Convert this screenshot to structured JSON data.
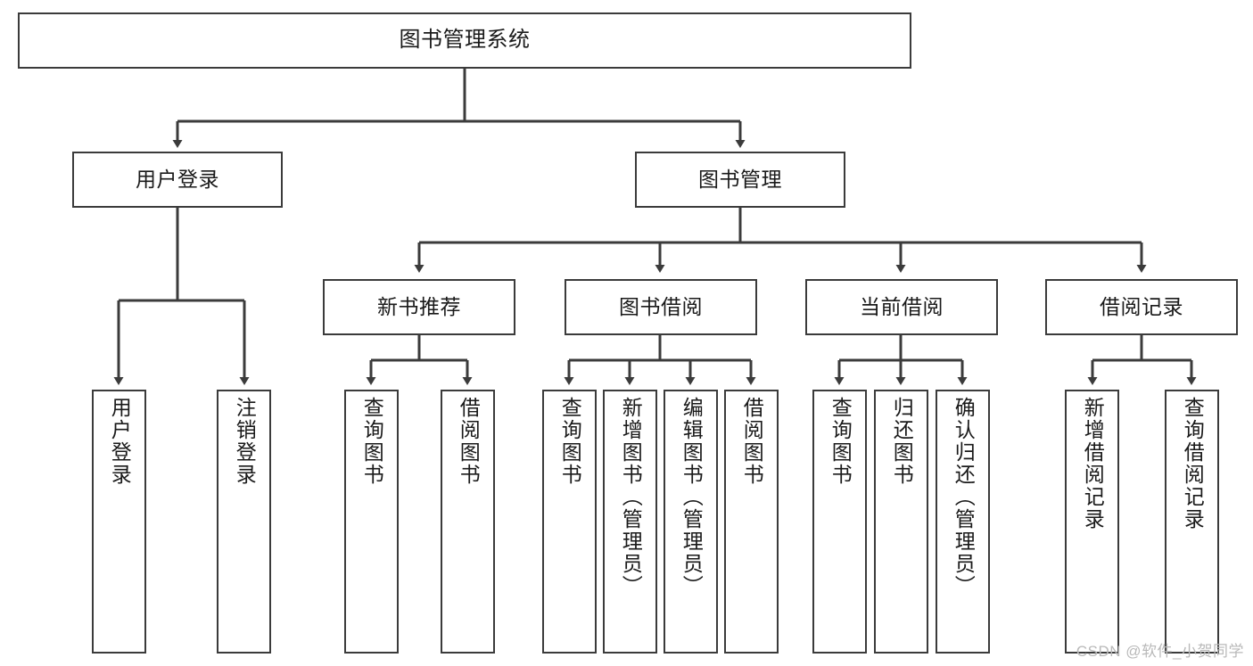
{
  "diagram": {
    "title": "图书管理系统",
    "type": "hierarchy-tree",
    "watermark": "CSDN @软件_小贺同学",
    "colors": {
      "box_border": "#3b3b3b",
      "box_fill": "#ffffff",
      "connector": "#3b3b3b",
      "text": "#1a1a1a",
      "watermark": "#b9b9b9",
      "background": "#ffffff"
    },
    "nodes": {
      "root": {
        "label": "图书管理系统",
        "level": 0
      },
      "level1": [
        {
          "id": "user-login",
          "label": "用户登录"
        },
        {
          "id": "book-management",
          "label": "图书管理"
        }
      ],
      "level2": [
        {
          "id": "new-book-recommend",
          "label": "新书推荐"
        },
        {
          "id": "book-borrow",
          "label": "图书借阅"
        },
        {
          "id": "current-borrow",
          "label": "当前借阅"
        },
        {
          "id": "borrow-record",
          "label": "借阅记录"
        }
      ],
      "leaves": {
        "user-login": [
          {
            "id": "leaf-user-login",
            "label": "用户登录"
          },
          {
            "id": "leaf-logout",
            "label": "注销登录"
          }
        ],
        "new-book-recommend": [
          {
            "id": "leaf-query-book-1",
            "label": "查询图书"
          },
          {
            "id": "leaf-borrow-book-1",
            "label": "借阅图书"
          }
        ],
        "book-borrow": [
          {
            "id": "leaf-query-book-2",
            "label": "查询图书"
          },
          {
            "id": "leaf-add-book",
            "label": "新增图书（管理员）"
          },
          {
            "id": "leaf-edit-book",
            "label": "编辑图书（管理员）"
          },
          {
            "id": "leaf-borrow-book-2",
            "label": "借阅图书"
          }
        ],
        "current-borrow": [
          {
            "id": "leaf-query-book-3",
            "label": "查询图书"
          },
          {
            "id": "leaf-return-book",
            "label": "归还图书"
          },
          {
            "id": "leaf-confirm-return",
            "label": "确认归还（管理员）"
          }
        ],
        "borrow-record": [
          {
            "id": "leaf-add-record",
            "label": "新增借阅记录"
          },
          {
            "id": "leaf-query-record",
            "label": "查询借阅记录"
          }
        ]
      }
    }
  }
}
